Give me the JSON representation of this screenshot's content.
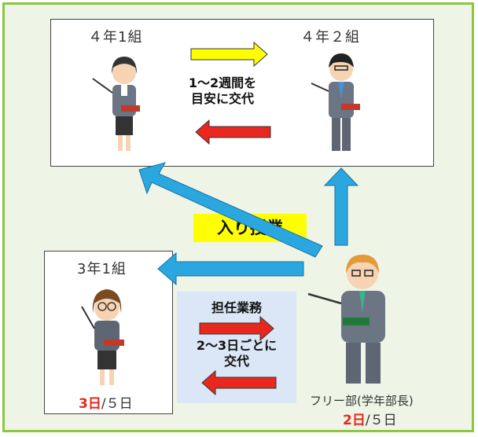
{
  "top": {
    "class_left": "４年1組",
    "class_right": "４年２組",
    "rotation_text": [
      "1～2週間を",
      "目安に交代"
    ]
  },
  "middle": {
    "label": "入り授業"
  },
  "bottom": {
    "class_label": "3年1組",
    "days": {
      "value": "3日",
      "total": "/５日"
    },
    "panel_title": "担任業務",
    "panel_text": [
      "2～3日ごとに",
      "交代"
    ]
  },
  "free": {
    "role": "フリー部(学年部長)",
    "days": {
      "value": "2日",
      "total": "/５日"
    }
  },
  "colors": {
    "border": "#8dc63f",
    "yellow_arrow": "#ffff00",
    "red_arrow": "#e8281e",
    "blue_arrow": "#2ba7e0",
    "highlight": "#ffff00"
  }
}
